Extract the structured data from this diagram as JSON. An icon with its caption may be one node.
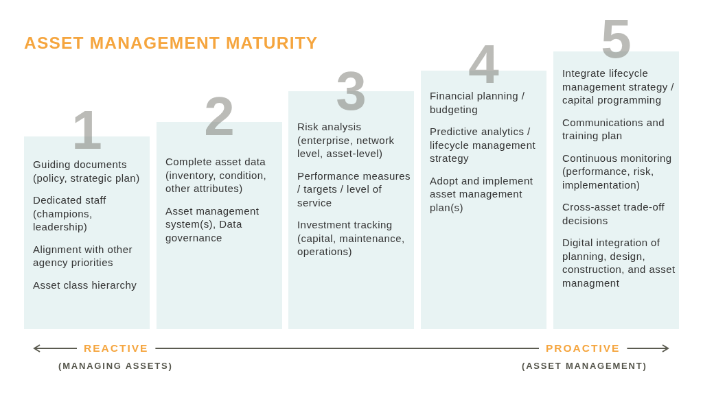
{
  "diagram": {
    "title": "ASSET MANAGEMENT MATURITY",
    "nodes": [
      {
        "text": [
          "1",
          "Guiding documents (policy, strategic plan)",
          "Dedicated staff (champions, leadership)",
          "Alignment with other agency priorities",
          "Asset class hierarchy"
        ]
      },
      {
        "text": [
          "2",
          "Complete asset data (inventory, condition, other attributes)",
          "Asset management system(s), Data governance"
        ]
      },
      {
        "text": [
          "3",
          "Risk analysis (enterprise, network level, asset-level)",
          "Performance measures / targets / level of service",
          "Investment tracking (capital, maintenance, operations)"
        ]
      },
      {
        "text": [
          "4",
          "Financial planning / budgeting",
          "Predictive analytics / lifecycle management strategy",
          "Adopt and implement asset management plan(s)"
        ]
      },
      {
        "text": [
          "5",
          "Integrate lifecycle management strategy / capital programming",
          "Communications and training plan",
          "Continuous monitoring (performance, risk, implementation)",
          "Cross-asset trade-off decisions",
          "Digital integration of planning, design, construction, and asset managment"
        ]
      }
    ],
    "labels": [
      "REACTIVE",
      "PROACTIVE",
      "(MANAGING ASSETS)",
      "(ASSET MANAGEMENT)"
    ]
  }
}
